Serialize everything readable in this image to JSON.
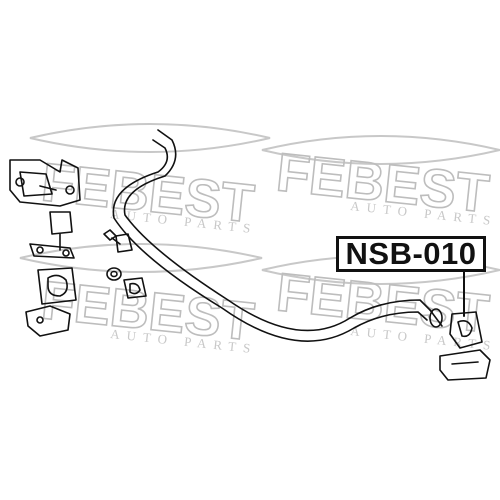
{
  "watermark": {
    "brand": "FEBEST",
    "tagline": "AUTO PARTS"
  },
  "callout": {
    "part_number": "NSB-010"
  },
  "colors": {
    "line": "#111111",
    "watermark": "#c8c8c8",
    "background": "#ffffff"
  }
}
